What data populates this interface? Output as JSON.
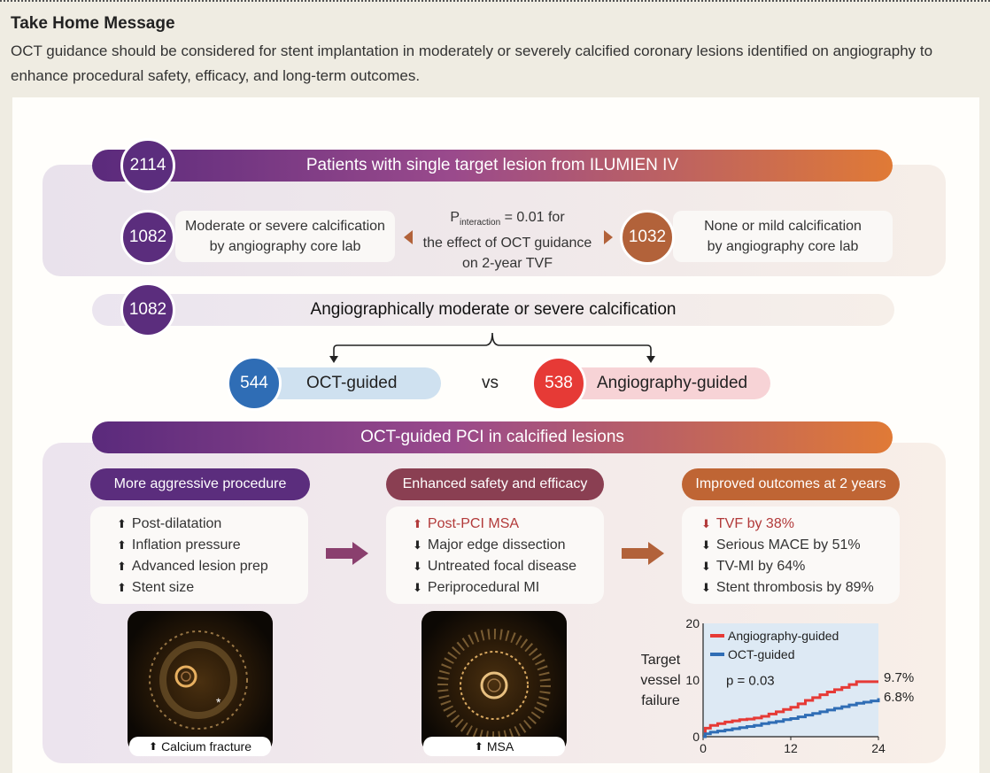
{
  "take_home": {
    "title": "Take Home Message",
    "body": "OCT guidance should be considered for stent implantation in moderately or severely calcified coronary lesions identified on angiography to enhance procedural safety, efficacy, and long-term outcomes."
  },
  "top": {
    "count": "2114",
    "title": "Patients with single target lesion from ILUMIEN IV",
    "left_count": "1082",
    "left_text_1": "Moderate or severe calcification",
    "left_text_2": "by angiography core lab",
    "p_main": "P",
    "p_sub": "interaction",
    "p_rest": " = 0.01 for",
    "p_line2": "the effect of OCT guidance",
    "p_line3": "on 2-year TVF",
    "right_count": "1032",
    "right_text_1": "None or mild calcification",
    "right_text_2": "by angiography core lab"
  },
  "mid": {
    "count": "1082",
    "title": "Angiographically moderate or severe calcification",
    "oct_count": "544",
    "oct_label": "OCT-guided",
    "vs": "vs",
    "angio_count": "538",
    "angio_label": "Angiography-guided"
  },
  "bottom": {
    "title": "OCT-guided PCI in calcified lesions",
    "col1_head": "More aggressive procedure",
    "col1_items": [
      "Post-dilatation",
      "Inflation pressure",
      "Advanced lesion prep",
      "Stent size"
    ],
    "col2_head": "Enhanced safety and efficacy",
    "col2_items": [
      "Post-PCI MSA",
      "Major edge dissection",
      "Untreated focal disease",
      "Periprocedural MI"
    ],
    "col3_head": "Improved outcomes at 2 years",
    "col3_items": [
      "TVF by 38%",
      "Serious MACE by 51%",
      "TV-MI by 64%",
      "Stent thrombosis by 89%"
    ],
    "img1_caption": "Calcium fracture",
    "img1_star": "*",
    "img2_caption": "MSA"
  },
  "colors": {
    "purple": "#5b2d7d",
    "brown": "#b2623a",
    "oct_blue": "#2f6db5",
    "angio_red": "#e63a36"
  },
  "chart_data": {
    "type": "line",
    "ylabel": "Target vessel failure",
    "ylabel_lines": [
      "Target",
      "vessel",
      "failure"
    ],
    "xlim": [
      0,
      24
    ],
    "ylim": [
      0,
      20
    ],
    "xticks": [
      "0",
      "12",
      "24"
    ],
    "yticks": [
      "0",
      "10",
      "20"
    ],
    "annotation": "p = 0.03",
    "legend_placement": "top-left",
    "series": [
      {
        "name": "Angiography-guided",
        "color": "#e63a36",
        "end_label": "9.7%",
        "x": [
          0,
          0.3,
          1,
          2,
          3,
          4,
          5,
          6,
          7,
          8,
          9,
          10,
          11,
          12,
          13,
          14,
          15,
          16,
          17,
          18,
          19,
          20,
          21,
          22,
          24
        ],
        "y": [
          0,
          1.5,
          2.0,
          2.3,
          2.6,
          2.8,
          3.0,
          3.1,
          3.3,
          3.6,
          4.0,
          4.4,
          4.8,
          5.2,
          5.8,
          6.4,
          6.9,
          7.4,
          7.9,
          8.3,
          8.7,
          9.2,
          9.7,
          9.7,
          9.7
        ]
      },
      {
        "name": "OCT-guided",
        "color": "#2f6db5",
        "end_label": "6.8%",
        "x": [
          0,
          0.3,
          1,
          2,
          3,
          4,
          5,
          6,
          7,
          8,
          9,
          10,
          11,
          12,
          13,
          14,
          15,
          16,
          17,
          18,
          19,
          20,
          21,
          22,
          23,
          24
        ],
        "y": [
          0,
          0.5,
          0.8,
          1.0,
          1.2,
          1.4,
          1.6,
          1.8,
          2.0,
          2.3,
          2.5,
          2.7,
          3.0,
          3.2,
          3.5,
          3.8,
          4.1,
          4.4,
          4.7,
          5.0,
          5.3,
          5.6,
          5.9,
          6.1,
          6.3,
          6.8
        ]
      }
    ]
  }
}
